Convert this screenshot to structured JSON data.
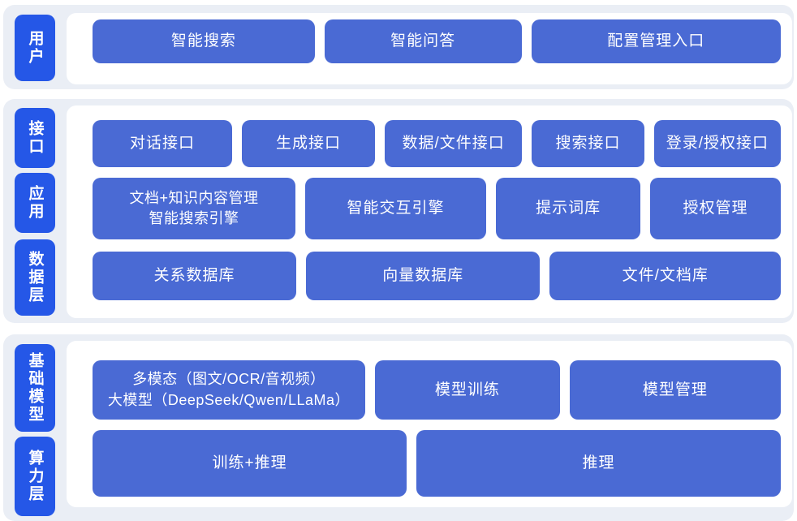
{
  "colors": {
    "layer_chip_blue": "#2557e7",
    "node_blue": "#4a6ad4",
    "panel_gray": "#eaeef5",
    "card_white": "#ffffff",
    "text_white": "#ffffff"
  },
  "sections": [
    {
      "name": "user-section",
      "chips": [
        "用户"
      ],
      "rows": [
        [
          "智能搜索",
          "智能问答",
          "配置管理入口"
        ]
      ]
    },
    {
      "name": "middle-section",
      "chips": [
        "接口",
        "应用",
        "数据层"
      ],
      "rows": [
        [
          "对话接口",
          "生成接口",
          "数据/文件接口",
          "搜索接口",
          "登录/授权接口"
        ],
        [
          "文档+知识内容管理\n智能搜索引擎",
          "智能交互引擎",
          "提示词库",
          "授权管理"
        ],
        [
          "关系数据库",
          "向量数据库",
          "文件/文档库"
        ]
      ]
    },
    {
      "name": "bottom-section",
      "chips": [
        "基础模型",
        "算力层"
      ],
      "rows": [
        [
          "多模态（图文/OCR/音视频）\n大模型（DeepSeek/Qwen/LLaMa）",
          "模型训练",
          "模型管理"
        ],
        [
          "训练+推理",
          "推理"
        ]
      ]
    }
  ]
}
